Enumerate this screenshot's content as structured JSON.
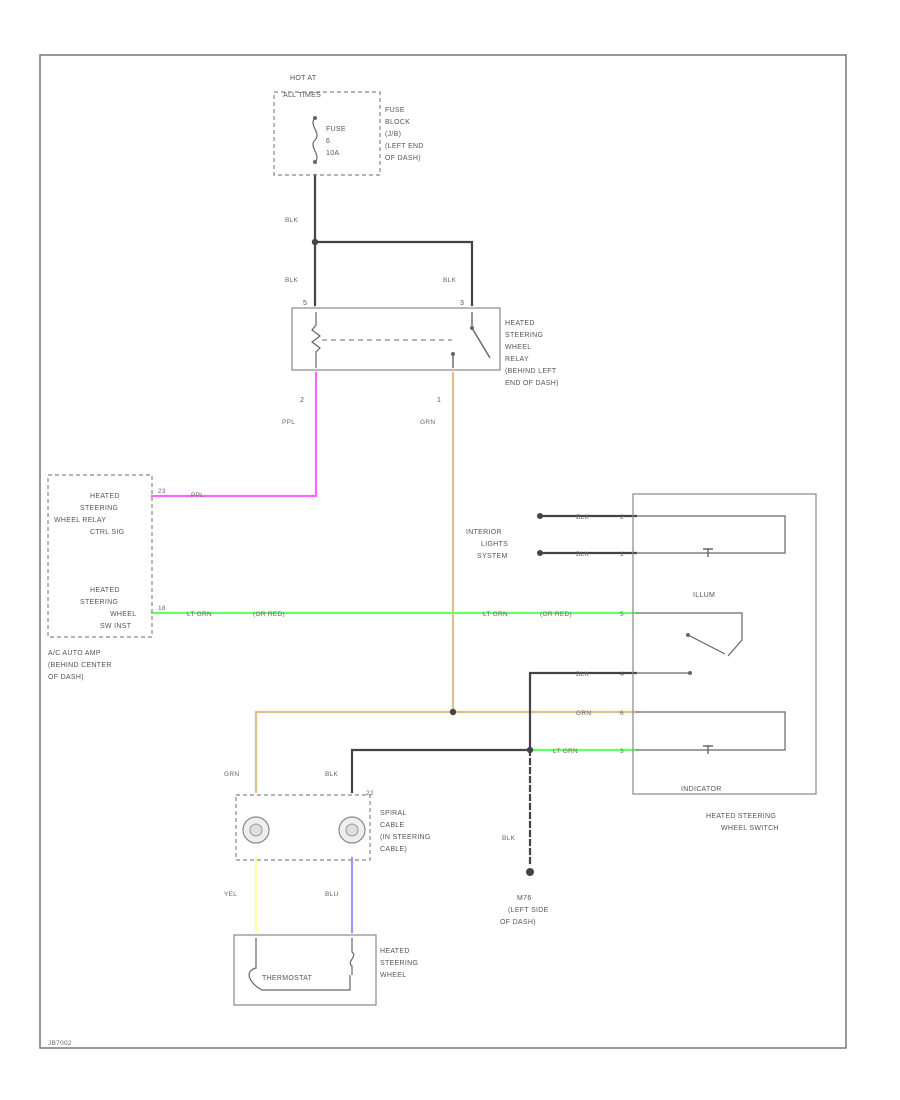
{
  "diagram": {
    "fuse_box": {
      "hot_at_line1": "HOT AT",
      "hot_at_line2": "ALL TIMES",
      "fuse_line1": "FUSE",
      "fuse_line2": "6",
      "fuse_line3": "10A",
      "location_line1": "FUSE",
      "location_line2": "BLOCK",
      "location_line3": "(J/B)",
      "location_line4": "(LEFT END",
      "location_line5": "OF DASH)"
    },
    "relay": {
      "line1": "HEATED",
      "line2": "STEERING",
      "line3": "WHEEL",
      "line4": "RELAY",
      "line5": "(BEHIND LEFT",
      "line6": "END OF DASH)",
      "pin_left_top": "5",
      "pin_right_top": "3",
      "pin_left_bottom": "2",
      "pin_right_bottom": "1"
    },
    "amp": {
      "sig1_line1": "HEATED",
      "sig1_line2": "STEERING",
      "sig1_line3": "WHEEL RELAY",
      "sig1_line4": "CTRL SIG",
      "sig2_line1": "HEATED",
      "sig2_line2": "STEERING",
      "sig2_line3": "WHEEL",
      "sig2_line4": "SW INST",
      "pin_top": "23",
      "pin_bottom": "18",
      "loc_line1": "A/C AUTO AMP",
      "loc_line2": "(BEHIND CENTER",
      "loc_line3": "OF DASH)"
    },
    "switch": {
      "illum": "ILLUM",
      "indicator": "INDICATOR",
      "name_line1": "HEATED STEERING",
      "name_line2": "WHEEL SWITCH",
      "pins": [
        "2",
        "1",
        "5",
        "4",
        "6",
        "3"
      ]
    },
    "exterior": {
      "line1": "INTERIOR",
      "line2": "LIGHTS",
      "line3": "SYSTEM"
    },
    "spiral": {
      "line1": "SPIRAL",
      "line2": "CABLE",
      "line3": "(IN STEERING",
      "line4": "CABLE)",
      "pin": "22"
    },
    "ground": {
      "line1": "M76",
      "line2": "(LEFT SIDE",
      "line3": "OF DASH)"
    },
    "heated_wheel": {
      "thermostat": "THERMOSTAT",
      "line1": "HEATED",
      "line2": "STEERING",
      "line3": "WHEEL"
    },
    "wire_labels": {
      "blk_fuse": "BLK",
      "blk_relay_left": "BLK",
      "blk_relay_right": "BLK",
      "ppl_relay": "PPL",
      "ppl_amp": "PPL",
      "grn_relay": "GRN",
      "ltgrn_amp": "LT GRN",
      "orred_amp": "(OR RED)",
      "ltgrn_mid": "LT GRN",
      "orred_mid": "(OR RED)",
      "blk_ext1": "BLK",
      "blk_ext2": "BLK",
      "blk_sw": "BLK",
      "grn_sw": "GRN",
      "ltgrn_sw": "LT GRN",
      "grn_spiral": "GRN",
      "blk_spiral": "BLK",
      "blk_ground": "BLK",
      "yel": "YEL",
      "blu": "BLU"
    },
    "footer_code": "JB7002",
    "colors": {
      "ppl": "#ff66ff",
      "grn": "#dcc28a",
      "lt_grn": "#66ff66",
      "yel": "#ffff99",
      "blu": "#9999ff",
      "blk": "#444444"
    }
  }
}
